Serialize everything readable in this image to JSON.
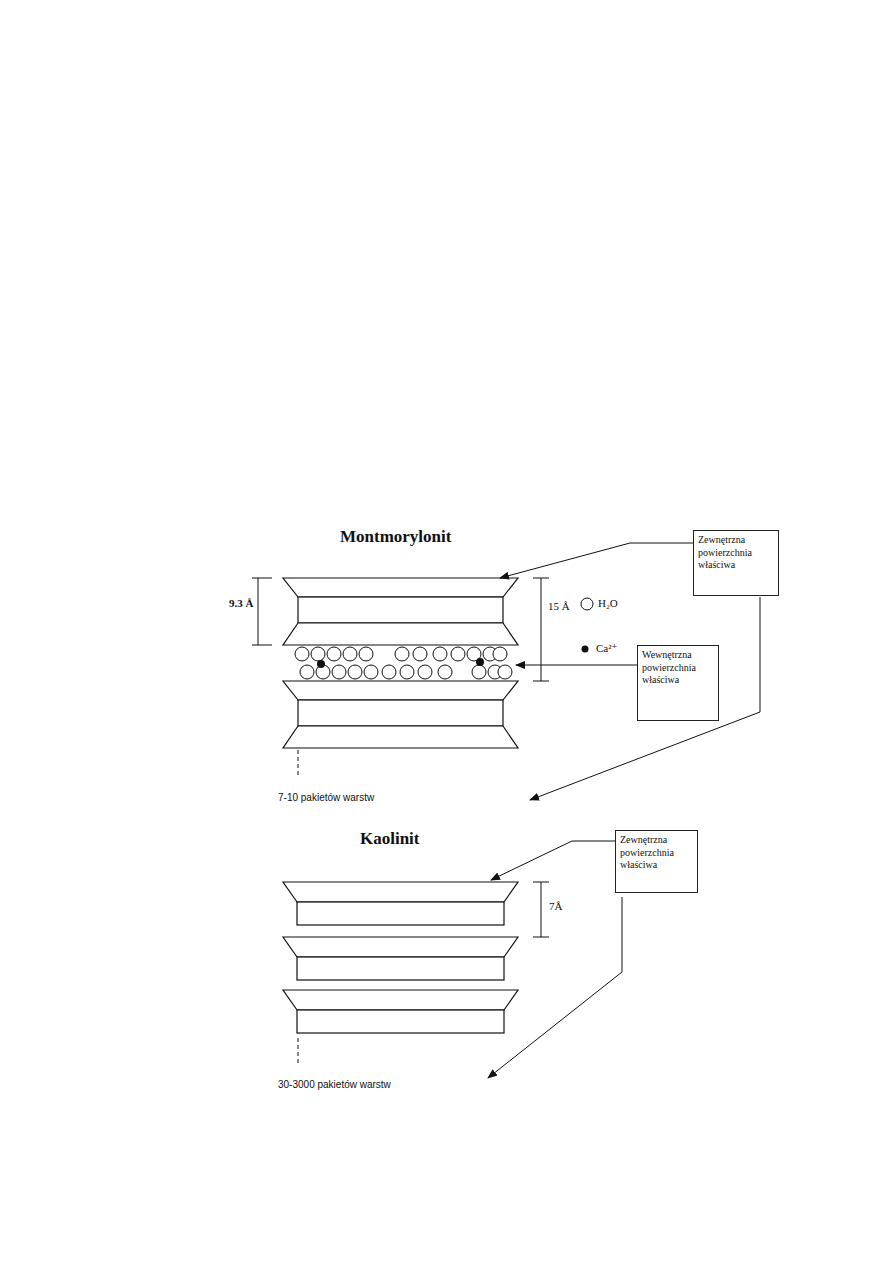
{
  "diagram": {
    "nodes": [
      {
        "text": [
          "Zewnętrzna powierzchnia właściwa"
        ]
      },
      {
        "text": [
          "Wewnętrzna powierzchnia właściwa"
        ]
      },
      {
        "text": [
          "Zewnętrzna powierzchnia właściwa"
        ]
      }
    ],
    "labels": [
      "Montmorylonit",
      "9.3 Å",
      "15 Å",
      "7-10 pakietów warstw",
      "Kaolinit",
      "7Å",
      "30-3000 pakietów warstw"
    ],
    "legend": [
      {
        "text": "H₂O"
      },
      {
        "text": "Ca²⁺"
      }
    ]
  }
}
